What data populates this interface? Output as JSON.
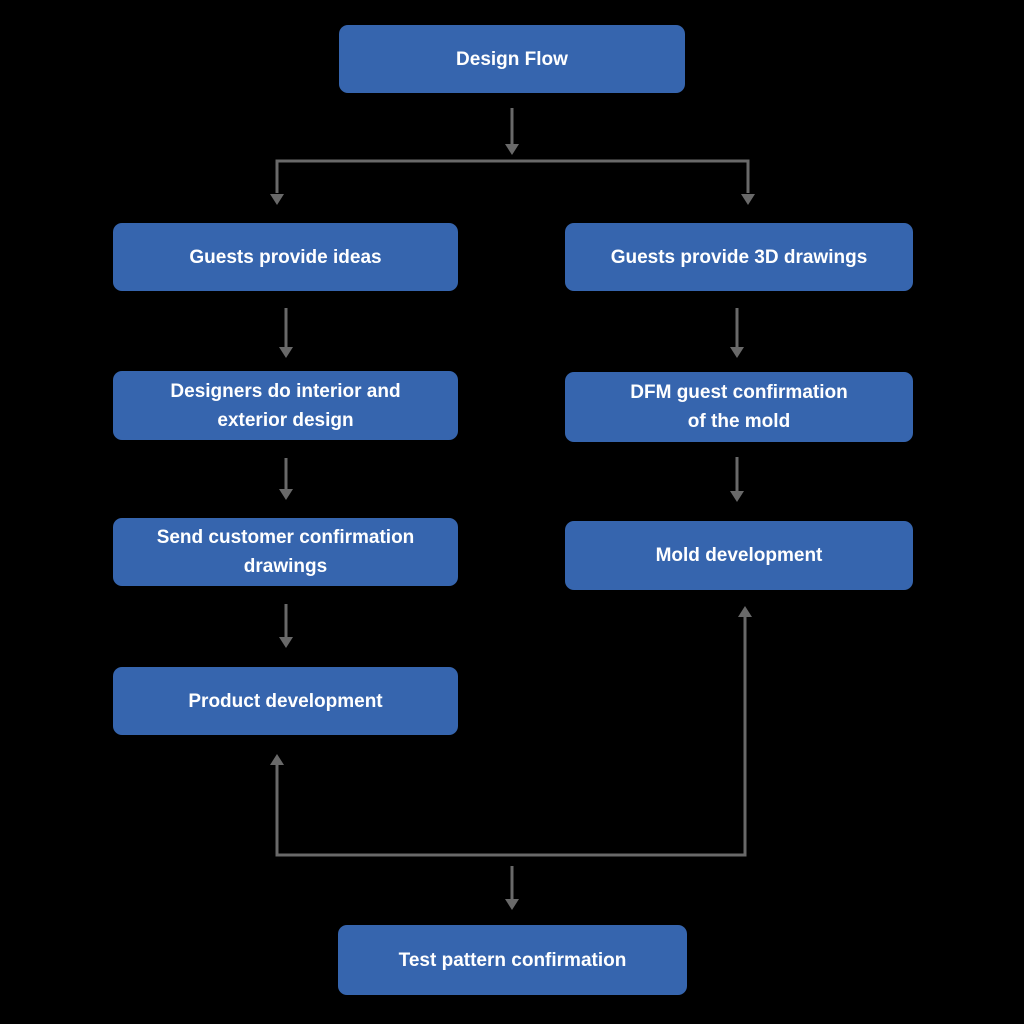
{
  "diagram": {
    "title": "Design Flow",
    "type": "flowchart",
    "colors": {
      "background": "#000000",
      "node_fill": "#3665AE",
      "node_text": "#FFFFFF",
      "connector": "#696969"
    },
    "nodes": [
      {
        "id": "design-flow",
        "label": "Design Flow"
      },
      {
        "id": "guests-provide-ideas",
        "label": "Guests provide ideas"
      },
      {
        "id": "guests-provide-3d-drawings",
        "label": "Guests provide 3D drawings"
      },
      {
        "id": "designers-do-interior-and-exterior-design",
        "label": "Designers do interior and\nexterior design"
      },
      {
        "id": "dfm-guest-confirmation-of-the-mold",
        "label": "DFM guest confirmation\nof the mold"
      },
      {
        "id": "send-customer-confirmation-drawings",
        "label": "Send customer confirmation\ndrawings"
      },
      {
        "id": "mold-development",
        "label": "Mold development"
      },
      {
        "id": "product-development",
        "label": "Product development"
      },
      {
        "id": "test-pattern-confirmation",
        "label": "Test pattern confirmation"
      }
    ],
    "edges": [
      {
        "from": "design-flow",
        "to": "guests-provide-ideas"
      },
      {
        "from": "design-flow",
        "to": "guests-provide-3d-drawings"
      },
      {
        "from": "guests-provide-ideas",
        "to": "designers-do-interior-and-exterior-design"
      },
      {
        "from": "designers-do-interior-and-exterior-design",
        "to": "send-customer-confirmation-drawings"
      },
      {
        "from": "send-customer-confirmation-drawings",
        "to": "product-development"
      },
      {
        "from": "guests-provide-3d-drawings",
        "to": "dfm-guest-confirmation-of-the-mold"
      },
      {
        "from": "dfm-guest-confirmation-of-the-mold",
        "to": "mold-development"
      },
      {
        "from": "test-pattern-confirmation",
        "to": "product-development"
      },
      {
        "from": "test-pattern-confirmation",
        "to": "mold-development"
      }
    ]
  }
}
